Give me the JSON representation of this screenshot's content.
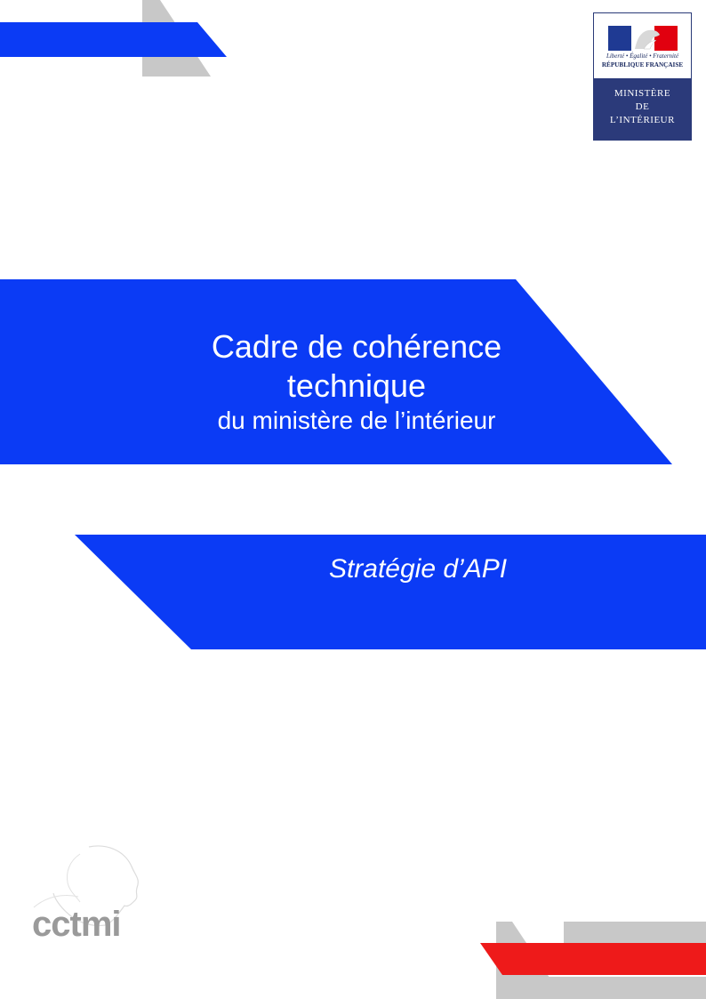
{
  "logo": {
    "motto": "Liberté • Égalité • Fraternité",
    "republic": "RÉPUBLIQUE FRANÇAISE",
    "ministry_lines": [
      "MINISTÈRE",
      "DE",
      "L’INTÉRIEUR"
    ]
  },
  "title": {
    "line1": "Cadre de cohérence",
    "line2": "technique",
    "line3": "du ministère de l’intérieur"
  },
  "subtitle": "Stratégie d’API",
  "cctmi_logo": "cctmi",
  "colors": {
    "blue": "#0b3bf5",
    "grey": "#c8c8c8",
    "red": "#ee1a1a",
    "logo_navy": "#2b3a7a"
  }
}
